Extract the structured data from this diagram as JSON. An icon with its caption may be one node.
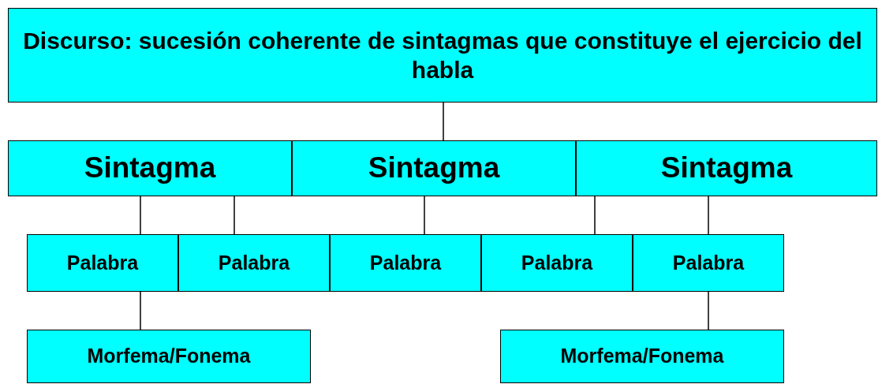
{
  "diagram": {
    "nodes": [
      {
        "text": [
          "Discurso: sucesión coherente de sintagmas que constituye el ejercicio del habla"
        ]
      },
      {
        "text": [
          "Sintagma"
        ]
      },
      {
        "text": [
          "Sintagma"
        ]
      },
      {
        "text": [
          "Sintagma"
        ]
      },
      {
        "text": [
          "Palabra"
        ]
      },
      {
        "text": [
          "Palabra"
        ]
      },
      {
        "text": [
          "Palabra"
        ]
      },
      {
        "text": [
          "Palabra"
        ]
      },
      {
        "text": [
          "Palabra"
        ]
      },
      {
        "text": [
          "Morfema/Fonema"
        ]
      },
      {
        "text": [
          "Morfema/Fonema"
        ]
      }
    ],
    "edges": [
      {
        "from": 0,
        "to": 2,
        "arrow": "none"
      },
      {
        "from": 1,
        "to": 4,
        "arrow": "none"
      },
      {
        "from": 1,
        "to": 5,
        "arrow": "none"
      },
      {
        "from": 2,
        "to": 6,
        "arrow": "none"
      },
      {
        "from": 3,
        "to": 7,
        "arrow": "none"
      },
      {
        "from": 3,
        "to": 8,
        "arrow": "none"
      },
      {
        "from": 4,
        "to": 9,
        "arrow": "none"
      },
      {
        "from": 8,
        "to": 10,
        "arrow": "none"
      }
    ]
  }
}
